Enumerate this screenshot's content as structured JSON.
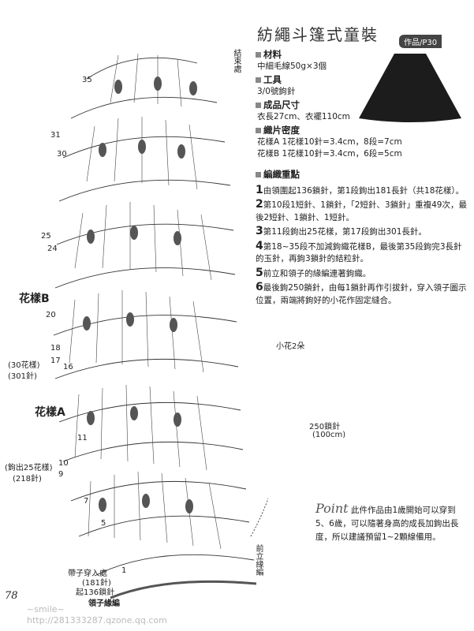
{
  "title": "紡繩斗篷式童裝",
  "photo_tag": "作品/P30",
  "materials": {
    "label": "材料",
    "value": "中細毛線50g×3個"
  },
  "tools": {
    "label": "工具",
    "value": "3/0號鉤針"
  },
  "size": {
    "label": "成品尺寸",
    "value": "衣長27cm、衣襬110cm"
  },
  "gauge": {
    "label": "織片密度",
    "lines": [
      "花樣A 1花樣10針=3.4cm，8段=7cm",
      "花樣B 1花樣10針=3.4cm，6段=5cm"
    ]
  },
  "points": {
    "label": "編織重點",
    "steps": [
      {
        "num": "1",
        "text": "由領圍起136鎖針，第1段鉤出181長針（共18花樣）。"
      },
      {
        "num": "2",
        "text": "第10段1短針、1鎖針，「2短針、3鎖針」重複49次，最後2短針、1鎖針、1短針。"
      },
      {
        "num": "3",
        "text": "第11段鉤出25花樣，第17段鉤出301長針。"
      },
      {
        "num": "4",
        "text": "第18~35段不加減鉤織花樣B，最後第35段鉤完3長針的玉針，再鉤3鎖針的結粒針。"
      },
      {
        "num": "5",
        "text": "前立和領子的緣編連著鉤織。"
      },
      {
        "num": "6",
        "text": "最後鉤250鎖針，由每1鎖針再作引拔針，穿入領子圖示位置，兩端將鉤好的小花作固定縫合。"
      }
    ]
  },
  "chart": {
    "pattern_b": "花樣B",
    "pattern_a": "花樣A",
    "end_label": "結束處",
    "row_labels": [
      "35",
      "31",
      "30",
      "25",
      "24",
      "20",
      "18",
      "17",
      "16",
      "11",
      "10",
      "9",
      "7",
      "5",
      "1"
    ],
    "count_30": "(30花樣)",
    "count_301": "(301針)",
    "count_25": "(鉤出25花樣)",
    "count_218": "(218針)",
    "collar_insert": "帶子穿入處",
    "count_181": "(181針)",
    "start_136": "起136鎖針",
    "collar_edge": "領子緣編",
    "front_edge": "前立緣編",
    "flower": "小花2朵",
    "chain": "250鎖針",
    "chain_cm": "(100cm)"
  },
  "note": {
    "point": "Point",
    "text": "此件作品由1歲開始可以穿到5、6歲，可以隨著身高的成長加鉤出長度，所以建議預留1~2顆線備用。"
  },
  "page_number": "78",
  "watermark": {
    "name": "~smile~",
    "url": "http://281333287.qzone.qq.com"
  }
}
